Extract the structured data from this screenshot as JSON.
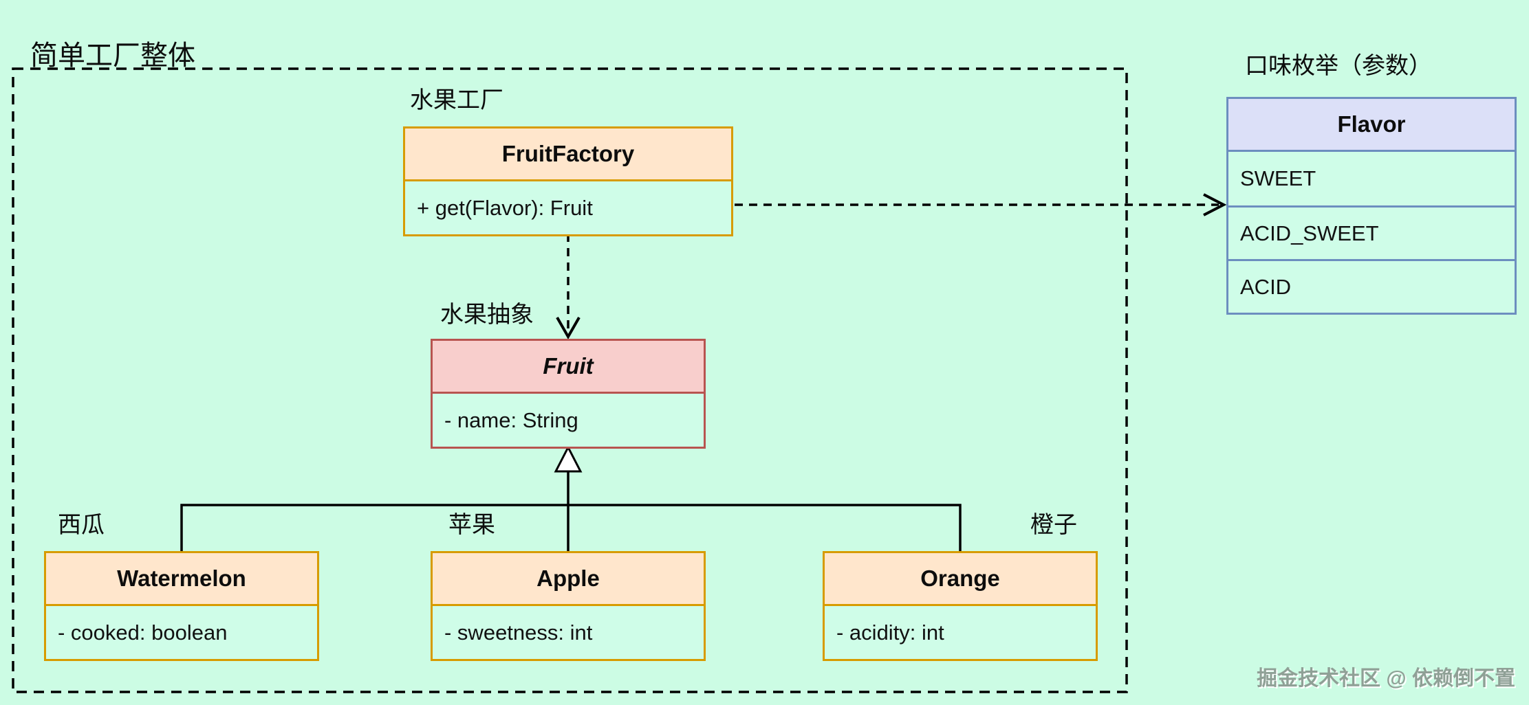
{
  "canvas": {
    "title": "简单工厂整体",
    "watermark": "掘金技术社区 @ 依赖倒不置"
  },
  "colors": {
    "background": "#CCFCE4",
    "line": "#000000",
    "orange_fill": "#FFE6CC",
    "orange_border": "#D79B00",
    "pink_fill": "#F8CECC",
    "pink_border": "#B85450",
    "blue_fill": "#DCE0F8",
    "blue_border": "#6C8EBF",
    "box_body_fill": "#CFFDE8"
  },
  "annotations": {
    "factory_label": "水果工厂",
    "abstract_label": "水果抽象",
    "watermelon_label": "西瓜",
    "apple_label": "苹果",
    "orange_label": "橙子",
    "enum_label": "口味枚举（参数）"
  },
  "classes": {
    "fruit_factory": {
      "name": "FruitFactory",
      "members": [
        "+ get(Flavor): Fruit"
      ]
    },
    "fruit": {
      "name": "Fruit",
      "members": [
        "- name: String"
      ]
    },
    "watermelon": {
      "name": "Watermelon",
      "members": [
        "- cooked: boolean"
      ]
    },
    "apple": {
      "name": "Apple",
      "members": [
        "- sweetness: int"
      ]
    },
    "orange": {
      "name": "Orange",
      "members": [
        "- acidity: int"
      ]
    },
    "flavor_enum": {
      "name": "Flavor",
      "values": [
        "SWEET",
        "ACID_SWEET",
        "ACID"
      ]
    }
  }
}
